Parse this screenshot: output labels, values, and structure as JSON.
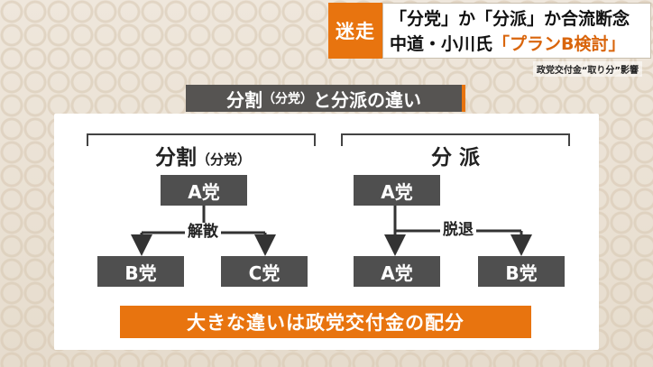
{
  "header": {
    "tag": "迷走",
    "line1": "「分党」か「分派」か合流断念",
    "line2_prefix": "中道・小川氏",
    "line2_highlight": "「プランB検討」",
    "subcaption": "政党交付金“取り分”影響"
  },
  "diagram": {
    "title_main": "分割",
    "title_paren": "（分党）",
    "title_rest": "と分派の違い",
    "left": {
      "heading_main": "分割",
      "heading_paren": "（分党）",
      "top": "A党",
      "action": "解散",
      "child1": "B党",
      "child2": "C党"
    },
    "right": {
      "heading": "分 派",
      "top": "A党",
      "action": "脱退",
      "child1": "A党",
      "child2": "B党"
    },
    "conclusion": "大きな違いは政党交付金の配分"
  },
  "colors": {
    "accent": "#e8740f",
    "box": "#4f4f4f",
    "banner": "#565452"
  }
}
